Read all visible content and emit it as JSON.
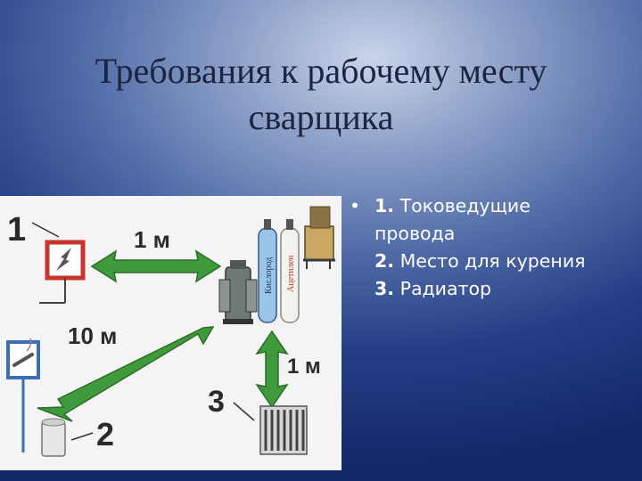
{
  "slide": {
    "title_line1": "Требования к рабочему месту",
    "title_line2": "сварщика"
  },
  "bullets": {
    "item1_num": "1.",
    "item1_text": " Токоведущие",
    "item1_cont": "провода",
    "item2_num": "2.",
    "item2_text": " Место для курения",
    "item3_num": "3.",
    "item3_text": " Радиатор"
  },
  "diagram": {
    "label_1": "1",
    "label_2": "2",
    "label_3": "3",
    "dist_top": "1 м",
    "dist_diag": "10 м",
    "dist_right": "1 м",
    "cylinder1_text": "Кислород",
    "cylinder2_text": "Ацетилен"
  },
  "colors": {
    "arrow_green": "#3e9a3a",
    "label_dark": "#2a2a2a",
    "sign_red": "#c8352b",
    "sign_blue": "#3a6fb5"
  }
}
